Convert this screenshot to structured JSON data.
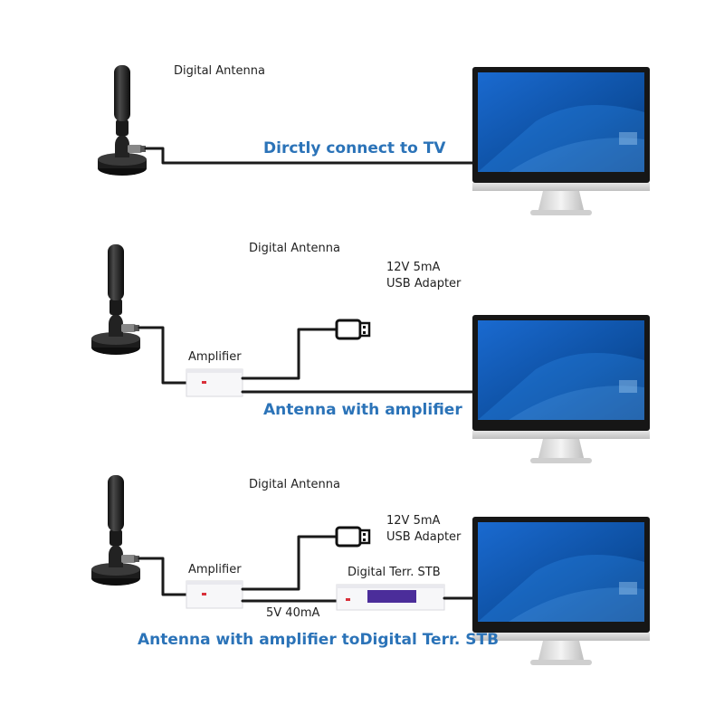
{
  "colors": {
    "caption_blue": "#2b73b8",
    "cable": "#1a1a1a",
    "screen_blue": "#0d4fa0",
    "stb_display": "#4b2d9a",
    "led_red": "#d9303a"
  },
  "panels": [
    {
      "antenna_label": "Digital Antenna",
      "caption": "Dirctly connect to TV"
    },
    {
      "antenna_label": "Digital Antenna",
      "usb_power": "12V 5mA",
      "usb_adapter": "USB Adapter",
      "amplifier_label": "Amplifier",
      "caption": "Antenna with amplifier"
    },
    {
      "antenna_label": "Digital Antenna",
      "usb_power": "12V 5mA",
      "usb_adapter": "USB Adapter",
      "amplifier_label": "Amplifier",
      "stb_label": "Digital Terr. STB",
      "amp_output": "5V 40mA",
      "caption": "Antenna with amplifier toDigital Terr. STB"
    }
  ],
  "icons": {
    "antenna": "antenna-icon",
    "monitor": "monitor-icon",
    "usb": "usb-plug-icon",
    "amplifier": "amplifier-box",
    "stb": "set-top-box"
  }
}
